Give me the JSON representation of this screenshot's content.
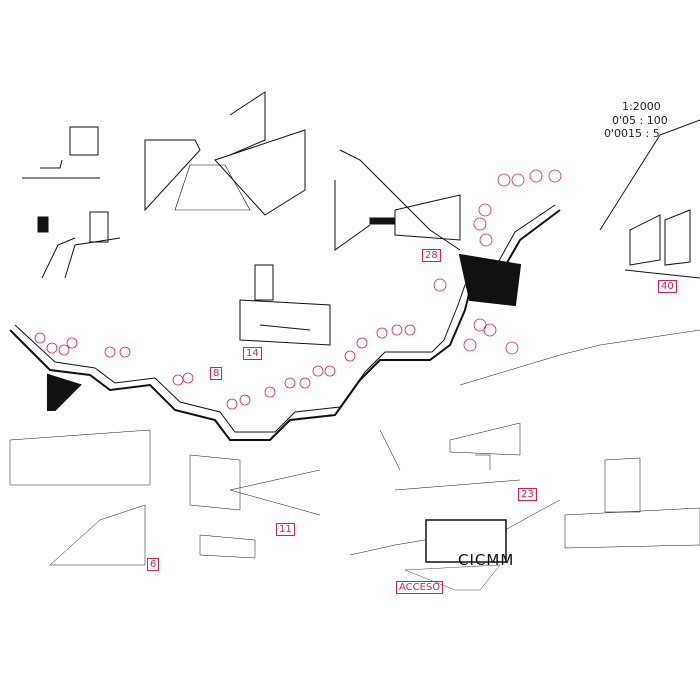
{
  "scale_notes": [
    "1:2000",
    "0'05 : 100",
    "0'0015 : 5"
  ],
  "building_label": "CICMM",
  "view_labels": [
    "28",
    "40",
    "14",
    "8",
    "23",
    "11",
    "6"
  ],
  "access_label": "ACCESO",
  "colors": {
    "ink": "#111111",
    "annotation": "#c8245a"
  }
}
